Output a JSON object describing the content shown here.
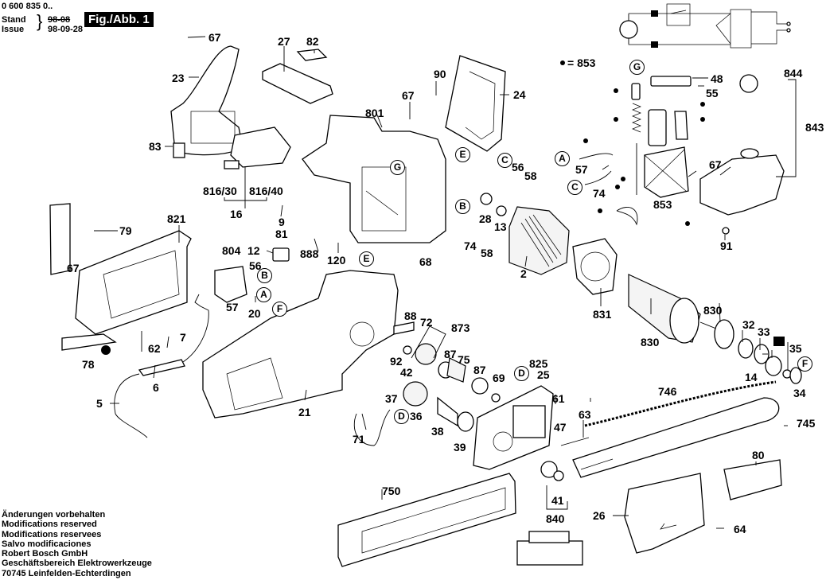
{
  "header": {
    "part_number": "0 600 835 0..",
    "stand_label": "Stand",
    "stand_value_struck": "98-08",
    "issue_label": "Issue",
    "issue_value": "98-09-28",
    "figure_label": "Fig./Abb. 1"
  },
  "legend": {
    "dot_equals": "= 853"
  },
  "footer_notes": [
    "Änderungen vorbehalten",
    "Modifications reserved",
    "Modifications reservees",
    "Salvo modificaciones",
    "Robert Bosch GmbH",
    "Geschäftsbereich Elektrowerkzeuge",
    "70745 Leinfelden-Echterdingen"
  ],
  "reference_circles": [
    "A",
    "B",
    "C",
    "D",
    "E",
    "F",
    "G"
  ],
  "part_labels": {
    "p67a": "67",
    "p27": "27",
    "p82": "82",
    "p23": "23",
    "p83": "83",
    "p816_30": "816/30",
    "p816_40": "816/40",
    "p16": "16",
    "p9": "9",
    "p81": "81",
    "p888": "888",
    "p120": "120",
    "p801": "801",
    "p67b": "67",
    "p90": "90",
    "p24": "24",
    "p56a": "56",
    "p58a": "58",
    "p28": "28",
    "p13": "13",
    "p74a": "74",
    "p58b": "58",
    "p2": "2",
    "p853a": "853",
    "p48": "48",
    "p55": "55",
    "p57a": "57",
    "p74b": "74",
    "p67c": "67",
    "p853b": "853",
    "p844": "844",
    "p843": "843",
    "p91": "91",
    "p79": "79",
    "p821": "821",
    "p67d": "67",
    "p804": "804",
    "p12": "12",
    "p56b": "56",
    "p57b": "57",
    "p20": "20",
    "p68": "68",
    "p62": "62",
    "p7": "7",
    "p78": "78",
    "p6": "6",
    "p5": "5",
    "p21": "21",
    "p71": "71",
    "p88": "88",
    "p72": "72",
    "p873": "873",
    "p92": "92",
    "p42": "42",
    "p87a": "87",
    "p75": "75",
    "p87b": "87",
    "p69": "69",
    "p37": "37",
    "p36": "36",
    "p38": "38",
    "p39": "39",
    "p825": "825",
    "p25": "25",
    "p61": "61",
    "p47": "47",
    "p63": "63",
    "p41": "41",
    "p840": "840",
    "p750": "750",
    "p831": "831",
    "p830a": "830",
    "p830b": "830",
    "p32": "32",
    "p33": "33",
    "p35": "35",
    "p14": "14",
    "p34": "34",
    "p746": "746",
    "p745": "745",
    "p80": "80",
    "p26": "26",
    "p64": "64"
  }
}
